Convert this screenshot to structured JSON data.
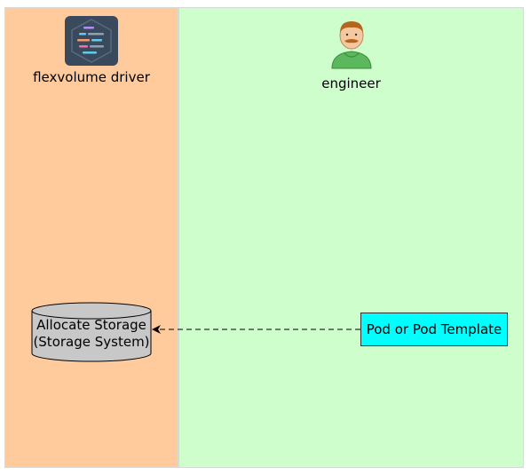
{
  "lanes": {
    "left": {
      "title": "flexvolume driver",
      "color": "#ffca9c"
    },
    "right": {
      "title": "engineer",
      "color": "#cdfecb"
    }
  },
  "icons": {
    "driver": "flexvolume-driver-icon",
    "user": "engineer-user-icon"
  },
  "nodes": {
    "storage": {
      "line1": "Allocate Storage",
      "line2": "(Storage System)",
      "fill": "#c8c8c8"
    },
    "pod": {
      "label": "Pod or Pod Template",
      "fill": "#00ffff"
    }
  },
  "edges": [
    {
      "from": "pod",
      "to": "storage",
      "style": "dashed"
    }
  ]
}
